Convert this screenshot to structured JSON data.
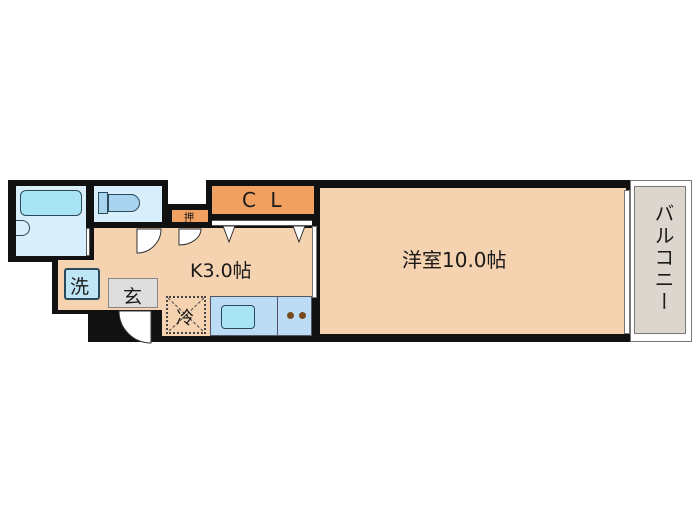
{
  "floorplan": {
    "rooms": {
      "western_room": {
        "label": "洋室10.0帖",
        "color": "#f5d2b0"
      },
      "kitchen": {
        "label": "K3.0帖",
        "color": "#f5d2b0"
      },
      "closet": {
        "label": "C L",
        "color": "#f0a060"
      },
      "storage": {
        "label": "押",
        "color": "#f0a060"
      },
      "balcony": {
        "label": "バルコニー",
        "color": "#ddd6ce"
      },
      "entrance": {
        "label": "玄",
        "color": "#dedede"
      },
      "washer": {
        "label": "洗",
        "color": "#bfe6f4"
      },
      "fridge": {
        "label": "冷"
      },
      "bath": {
        "color": "#d8eefa"
      },
      "toilet": {
        "color": "#d8eefa"
      }
    },
    "colors": {
      "wall": "#111111",
      "water": "#a8dcf2",
      "counter": "#bcdcf6",
      "burner": "#7a4a1e"
    }
  }
}
